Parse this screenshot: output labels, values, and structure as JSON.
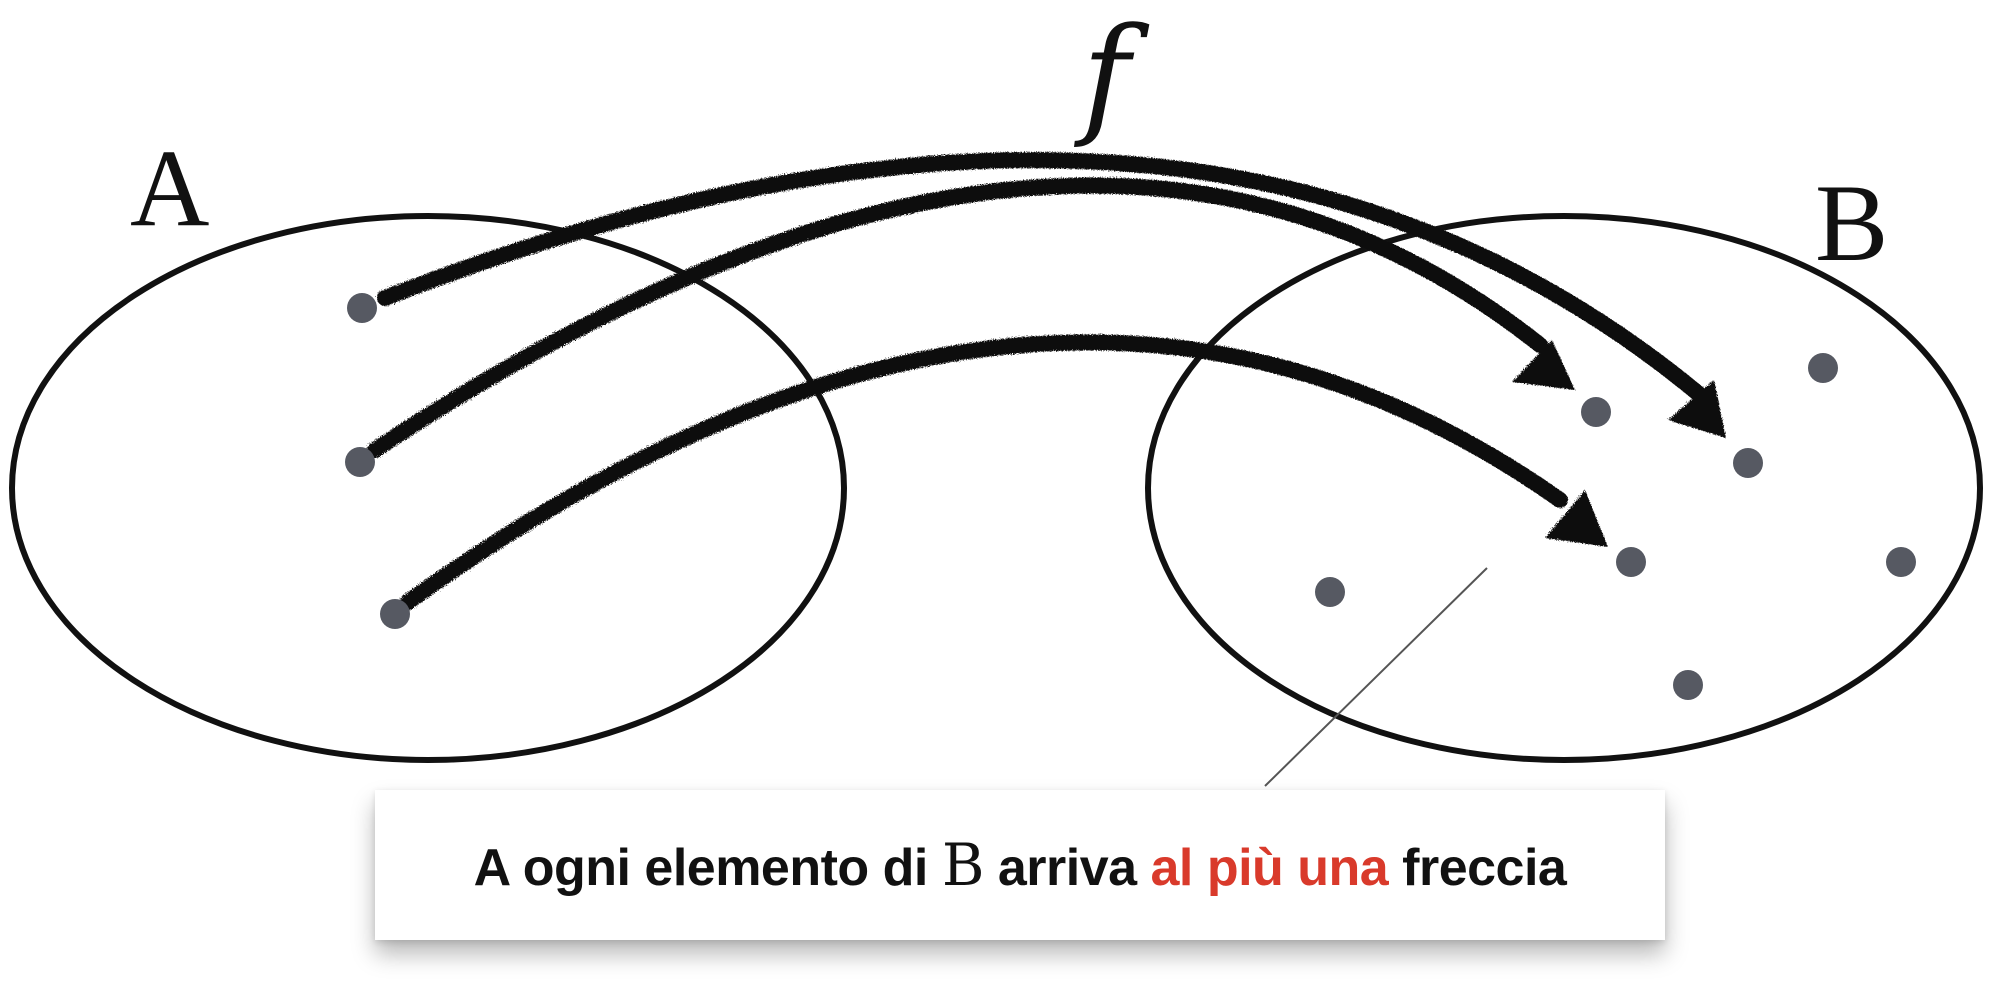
{
  "diagram": {
    "set_a_label": "A",
    "set_b_label": "B",
    "function_label": "f",
    "callout": {
      "text_before": "A ogni elemento di ",
      "math_symbol": "B",
      "text_middle": " arriva ",
      "highlight": "al più una",
      "text_after": " freccia"
    },
    "colors": {
      "highlight": "#d93a2b",
      "dots": "#565962",
      "ink": "#111111"
    }
  }
}
